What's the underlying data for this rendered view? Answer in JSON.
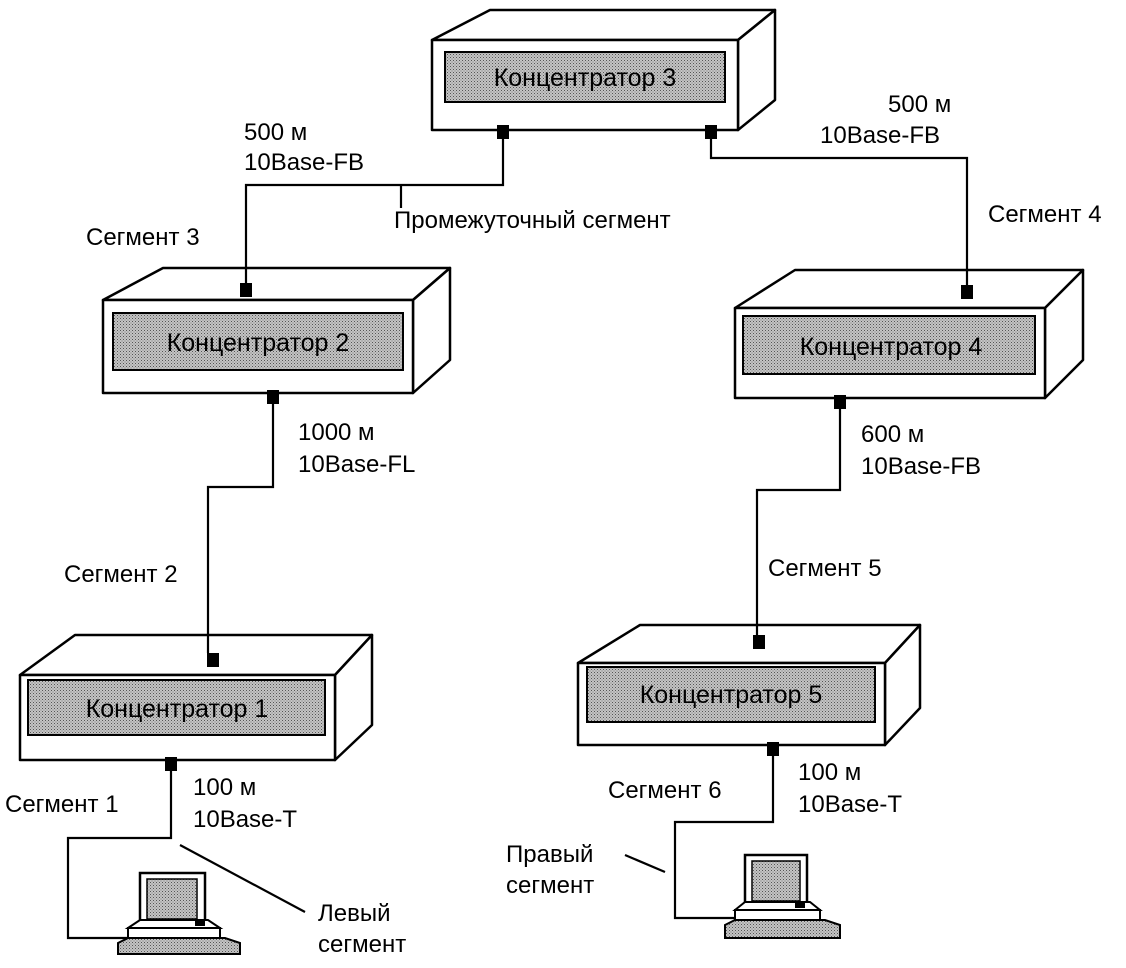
{
  "hubs": [
    {
      "id": "hub3",
      "name": "Концентратор 3"
    },
    {
      "id": "hub2",
      "name": "Концентратор 2"
    },
    {
      "id": "hub4",
      "name": "Концентратор 4"
    },
    {
      "id": "hub1",
      "name": "Концентратор 1"
    },
    {
      "id": "hub5",
      "name": "Концентратор 5"
    }
  ],
  "links": {
    "hub3_hub2": {
      "length": "500 м",
      "medium": "10Base-FB",
      "segment": "Сегмент 3",
      "note": "Промежуточный сегмент"
    },
    "hub3_hub4": {
      "length": "500 м",
      "medium": "10Base-FB",
      "segment": "Сегмент 4"
    },
    "hub2_hub1": {
      "length": "1000 м",
      "medium": "10Base-FL",
      "segment": "Сегмент 2"
    },
    "hub4_hub5": {
      "length": "600 м",
      "medium": "10Base-FB",
      "segment": "Сегмент 5"
    },
    "hub1_pc": {
      "length": "100 м",
      "medium": "10Base-T",
      "segment": "Сегмент 1",
      "note_line1": "Левый",
      "note_line2": "сегмент"
    },
    "hub5_pc": {
      "length": "100 м",
      "medium": "10Base-T",
      "segment": "Сегмент 6",
      "note_line1": "Правый",
      "note_line2": "сегмент"
    }
  },
  "colors": {
    "ink": "#000000",
    "panel_fill": "#b8b8b8"
  }
}
